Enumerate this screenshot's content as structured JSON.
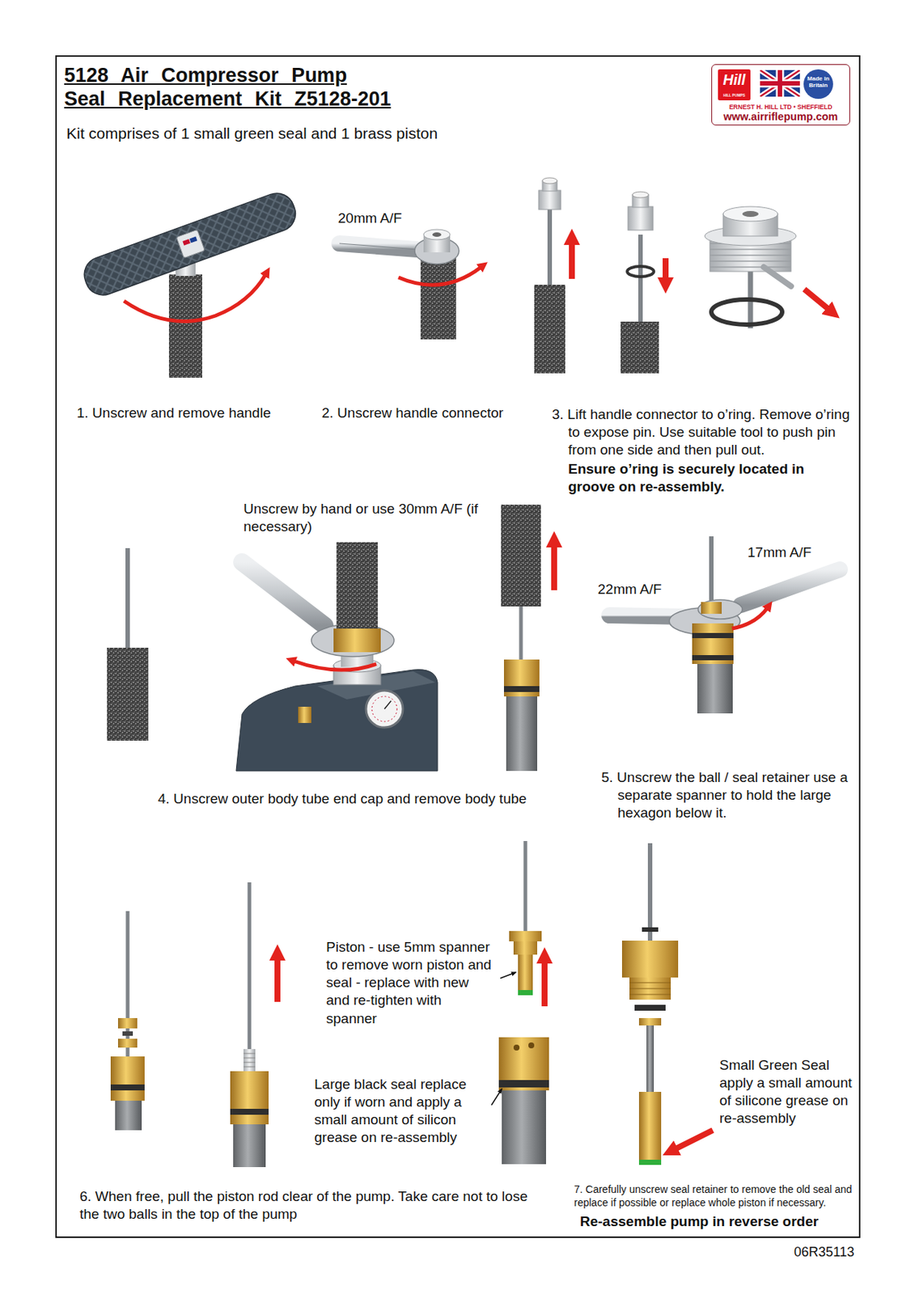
{
  "diagram": {
    "title": "5128 Air Compressor Pump Seal Replacement Kit Z5128-201",
    "nodes": [
      {
        "text": [
          "ERNEST H. HILL LTD • SHEFFIELD",
          "www.airriflepump.com"
        ]
      },
      {
        "text": [
          "Hill",
          "HILL PUMPS"
        ],
        "in": 0
      },
      {
        "text": [
          "Made in Britain"
        ],
        "in": 0
      }
    ],
    "labels": [
      "Kit comprises of 1 small green seal and 1 brass piston",
      "20mm A/F",
      "1. Unscrew and remove handle",
      "2. Unscrew handle connector",
      "3. Lift handle connector to o’ring. Remove o’ring to expose pin. Use suitable tool to push pin from one side and then pull out.",
      "Ensure o’ring is securely located in groove on re-assembly.",
      "Unscrew by hand or use 30mm A/F (if necessary)",
      "17mm A/F",
      "22mm A/F",
      "4. Unscrew outer body tube end cap and remove body tube",
      "5. Unscrew the ball / seal retainer use a separate spanner to hold the large hexagon below it.",
      "Piston - use 5mm spanner to remove worn piston and seal - replace with new and re-tighten with spanner",
      "Large black seal replace only if worn and apply a small amount of silicon grease on re-assembly",
      "Small Green Seal apply a small amount of silicone grease on re-assembly",
      "6. When free, pull the piston rod clear of the pump. Take care not to lose the two balls in the top of the pump",
      "7. Carefully unscrew seal retainer to remove the old seal and replace if possible or replace whole piston if necessary.",
      "Re-assemble pump in reverse order",
      "06R35113"
    ]
  }
}
